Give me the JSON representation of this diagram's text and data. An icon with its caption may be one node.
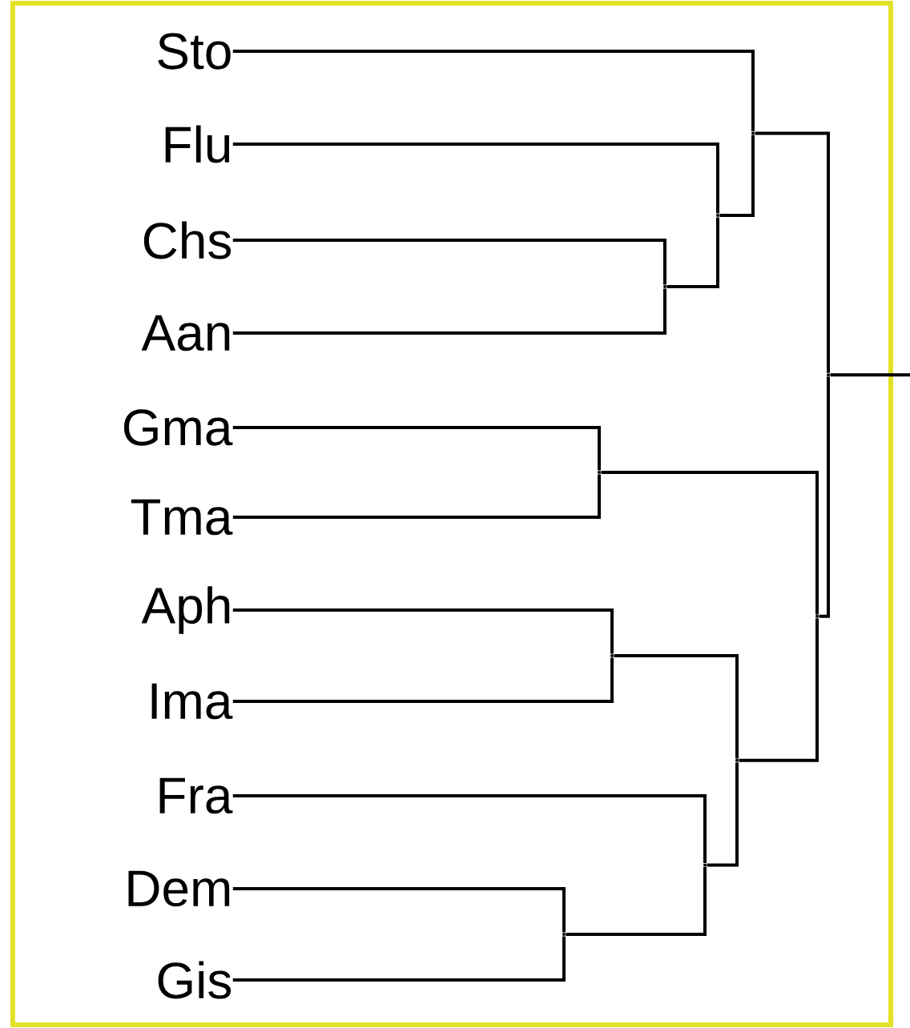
{
  "diagram": {
    "nodes": [
      {
        "text": [
          "Sto"
        ]
      },
      {
        "text": [
          "Flu"
        ]
      },
      {
        "text": [
          "Chs"
        ]
      },
      {
        "text": [
          "Aan"
        ]
      },
      {
        "text": [
          "Gma"
        ]
      },
      {
        "text": [
          "Tma"
        ]
      },
      {
        "text": [
          "Aph"
        ]
      },
      {
        "text": [
          "Ima"
        ]
      },
      {
        "text": [
          "Fra"
        ]
      },
      {
        "text": [
          "Dem"
        ]
      },
      {
        "text": [
          "Gis"
        ]
      },
      {
        "text": [],
        "shape": "point"
      },
      {
        "text": [],
        "shape": "point"
      },
      {
        "text": [],
        "shape": "point"
      },
      {
        "text": [],
        "shape": "point"
      },
      {
        "text": [],
        "shape": "point"
      },
      {
        "text": [],
        "shape": "point"
      },
      {
        "text": [],
        "shape": "point"
      },
      {
        "text": [],
        "shape": "point"
      },
      {
        "text": [],
        "shape": "point"
      },
      {
        "text": [],
        "shape": "point"
      }
    ],
    "edges": [
      {
        "from": 2,
        "to": 11,
        "arrow": "none"
      },
      {
        "from": 3,
        "to": 11,
        "arrow": "none"
      },
      {
        "from": 1,
        "to": 12,
        "arrow": "none"
      },
      {
        "from": 11,
        "to": 12,
        "arrow": "none"
      },
      {
        "from": 0,
        "to": 13,
        "arrow": "none"
      },
      {
        "from": 12,
        "to": 13,
        "arrow": "none"
      },
      {
        "from": 4,
        "to": 14,
        "arrow": "none"
      },
      {
        "from": 5,
        "to": 14,
        "arrow": "none"
      },
      {
        "from": 6,
        "to": 15,
        "arrow": "none"
      },
      {
        "from": 7,
        "to": 15,
        "arrow": "none"
      },
      {
        "from": 9,
        "to": 16,
        "arrow": "none"
      },
      {
        "from": 10,
        "to": 16,
        "arrow": "none"
      },
      {
        "from": 8,
        "to": 17,
        "arrow": "none"
      },
      {
        "from": 16,
        "to": 17,
        "arrow": "none"
      },
      {
        "from": 15,
        "to": 18,
        "arrow": "none"
      },
      {
        "from": 17,
        "to": 18,
        "arrow": "none"
      },
      {
        "from": 14,
        "to": 19,
        "arrow": "none"
      },
      {
        "from": 18,
        "to": 19,
        "arrow": "none"
      },
      {
        "from": 13,
        "to": 20,
        "arrow": "none"
      },
      {
        "from": 19,
        "to": 20,
        "arrow": "none"
      },
      {
        "from": 20,
        "to": null,
        "arrow": "none"
      }
    ]
  }
}
